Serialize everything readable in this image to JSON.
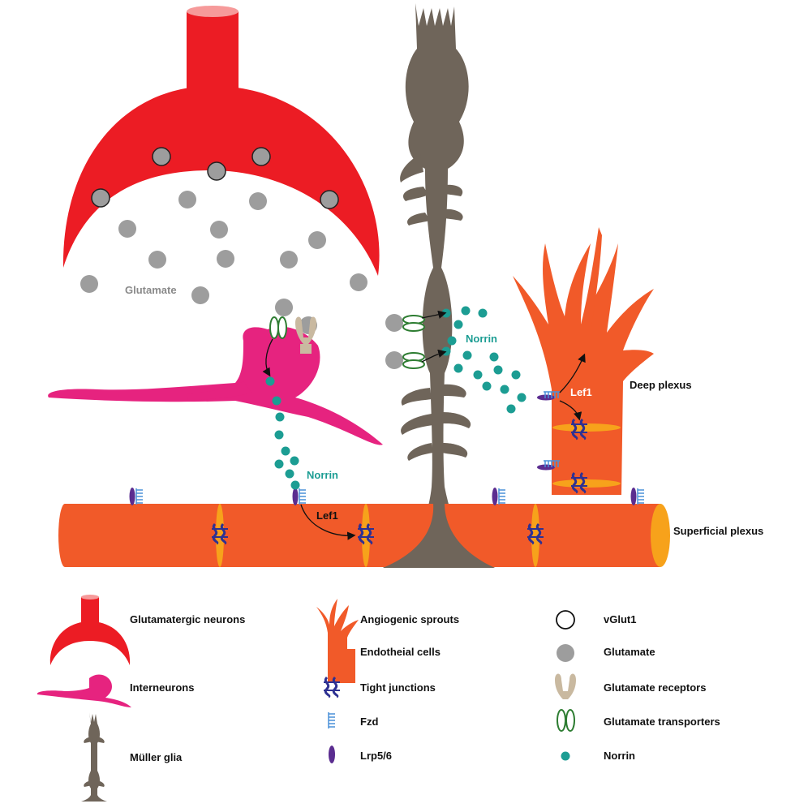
{
  "colors": {
    "neuron": "#ec1c24",
    "interneuron": "#e6237f",
    "muller": "#6f655a",
    "endothelial": "#f15a29",
    "junction_band": "#f7a21b",
    "glutamate": "#9d9d9d",
    "norrin": "#1c9d93",
    "transporter": "#2e7d32",
    "receptor": "#c9b9a0",
    "tight_junction": "#2e3192",
    "lrp": "#5b2d90",
    "fzd": "#4a90d9"
  },
  "diagram": {
    "glutamate_label": "Glutamate",
    "norrin_label_left": "Norrin",
    "norrin_label_right": "Norrin",
    "lef1_label_surface": "Lef1",
    "lef1_label_deep": "Lef1",
    "deep_plexus_label": "Deep plexus",
    "superficial_plexus_label": "Superficial plexus"
  },
  "legend": {
    "col1": [
      {
        "label": "Glutamatergic neurons",
        "icon": "neuron-icon"
      },
      {
        "label": "Interneurons",
        "icon": "interneuron-icon"
      },
      {
        "label": "Müller glia",
        "icon": "muller-glia-icon"
      }
    ],
    "col2": [
      {
        "label": "Angiogenic sprouts",
        "icon": "sprout-icon"
      },
      {
        "label": "Endotheial cells",
        "icon": "endothelial-icon"
      },
      {
        "label": "Tight junctions",
        "icon": "tight-junction-icon"
      },
      {
        "label": "Fzd",
        "icon": "fzd-icon"
      },
      {
        "label": "Lrp5/6",
        "icon": "lrp-icon"
      }
    ],
    "col3": [
      {
        "label": "vGlut1",
        "icon": "vglut1-icon"
      },
      {
        "label": "Glutamate",
        "icon": "glutamate-icon"
      },
      {
        "label": "Glutamate receptors",
        "icon": "receptor-icon"
      },
      {
        "label": "Glutamate transporters",
        "icon": "transporter-icon"
      },
      {
        "label": "Norrin",
        "icon": "norrin-icon"
      }
    ]
  }
}
